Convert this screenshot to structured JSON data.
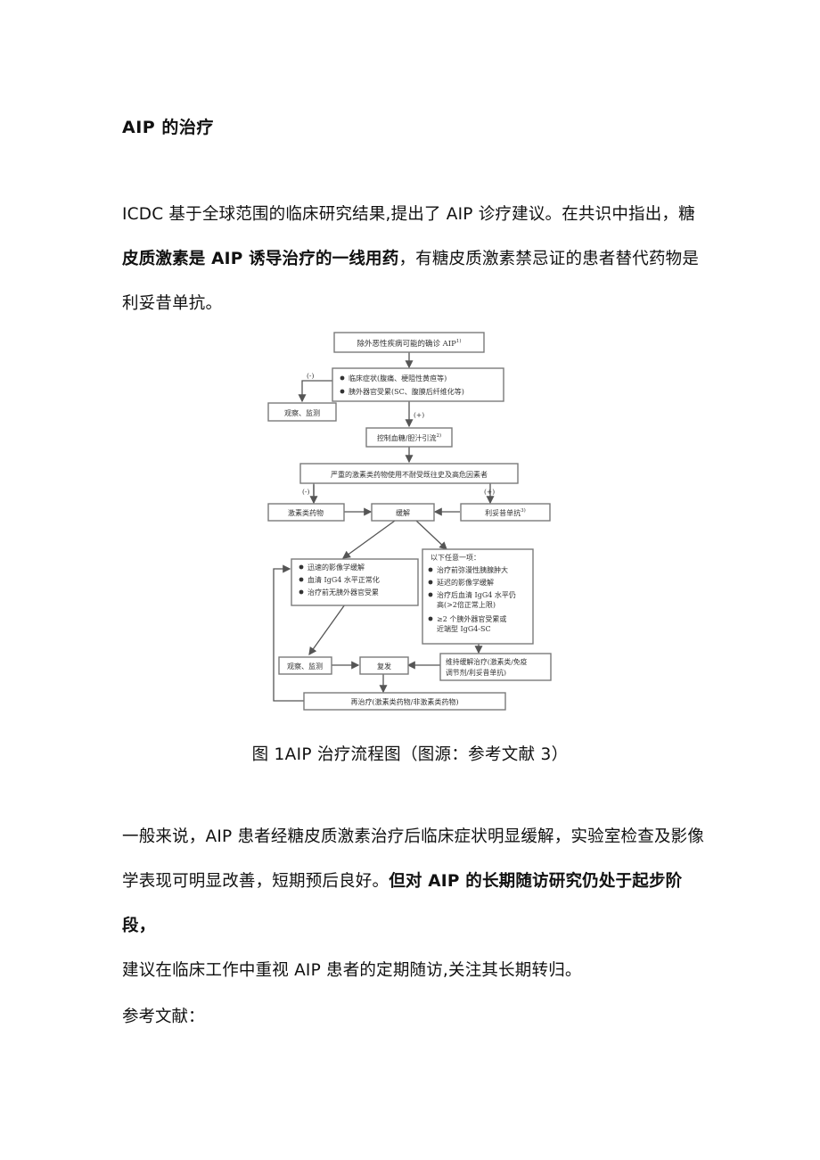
{
  "heading": "AIP 的治疗",
  "p1": {
    "l1": "ICDC 基于全球范围的临床研究结果,提出了 AIP 诊疗建议。在共识中指出，糖",
    "l2_bold": "皮质激素是 AIP 诱导治疗的一线用药",
    "l2_rest": "，有糖皮质激素禁忌证的患者替代药物是",
    "l3": "利妥昔单抗。"
  },
  "flowchart": {
    "top": "除外恶性疾病可能的确诊 AIP",
    "top_sup": "1)",
    "c1": "临床症状(腹痛、梗阻性黄疸等)",
    "c2": "胰外器官受累(SC、腹膜后纤维化等)",
    "neg1": "(-)",
    "obs1": "观察、监测",
    "pos1": "(+)",
    "ctrl": "控制血糖/胆汁引流",
    "ctrl_sup": "2)",
    "severe": "严重的激素类药物使用不耐受既往史及高危因素者",
    "neg2": "(-)",
    "pos2": "(+)",
    "steroid": "激素类药物",
    "remission": "缓解",
    "ritux": "利妥昔单抗",
    "ritux_sup": "3)",
    "g1": "迅速的影像学缓解",
    "g2": "血清 IgG4 水平正常化",
    "g3": "治疗前无胰外器官受累",
    "any": "以下任意一项：",
    "r1": "治疗前弥漫性胰腺肿大",
    "r2": "延迟的影像学缓解",
    "r3a": "治疗后血清 IgG4 水平仍",
    "r3b": "高(>2倍正常上限)",
    "r4a": "≥2 个胰外器官受累或",
    "r4b": "近端型 IgG4-SC",
    "obs2": "观察、监测",
    "relapse": "复发",
    "maint_a": "维持缓解治疗(激素类/免疫",
    "maint_b": "调节剂/利妥昔单抗)",
    "retreat": "再治疗(激素类药物/非激素类药物)"
  },
  "caption": "图 1AIP 治疗流程图（图源：参考文献 3）",
  "p2": {
    "l1": "一般来说，AIP 患者经糖皮质激素治疗后临床症状明显缓解，实验室检查及影像",
    "l2_normal": "学表现可明显改善，短期预后良好。",
    "l2_bold": "但对 AIP 的长期随访研究仍处于起步阶段，",
    "l3": "建议在临床工作中重视 AIP 患者的定期随访,关注其长期转归。"
  },
  "refs": "参考文献："
}
